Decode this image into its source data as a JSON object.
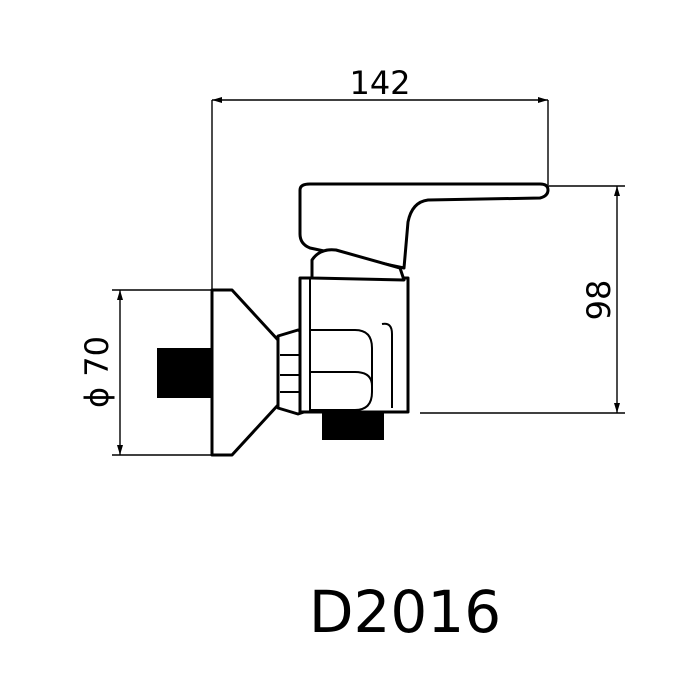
{
  "dimensions": {
    "width_label": "142",
    "height_label": "98",
    "diameter_label": "ϕ 70"
  },
  "model": {
    "code": "D2016"
  }
}
